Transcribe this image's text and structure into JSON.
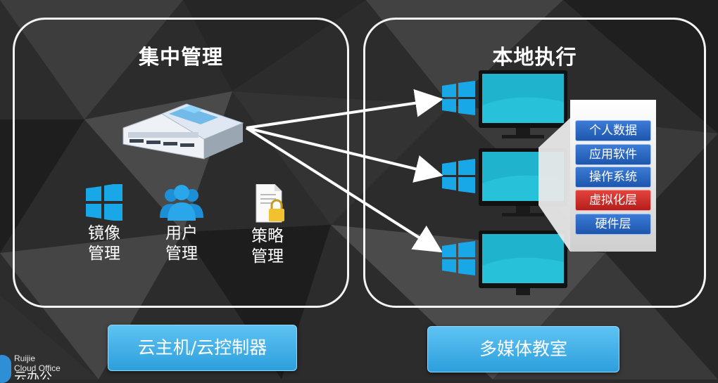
{
  "left_panel": {
    "title": "集中管理",
    "tools": [
      {
        "line1": "镜像",
        "line2": "管理",
        "icon": "windows-logo-icon"
      },
      {
        "line1": "用户",
        "line2": "管理",
        "icon": "users-icon"
      },
      {
        "line1": "策略",
        "line2": "管理",
        "icon": "locked-document-icon"
      }
    ]
  },
  "right_panel": {
    "title": "本地执行",
    "layers": [
      "个人数据",
      "应用软件",
      "操作系统",
      "虚拟化层",
      "硬件层"
    ]
  },
  "buttons": {
    "left": "云主机/云控制器",
    "right": "多媒体教室"
  },
  "brand": {
    "name_en_1": "Ruijie",
    "name_en_2": "Cloud Office",
    "name_cn": "云办公"
  },
  "colors": {
    "panel_border": "#f4f4f4",
    "button_blue": "#3aa9e6",
    "layer_blue": "#2a66c2",
    "layer_red": "#cc2f2b",
    "screen_cyan": "#21b6cf",
    "windows_blue": "#18a8e8"
  }
}
